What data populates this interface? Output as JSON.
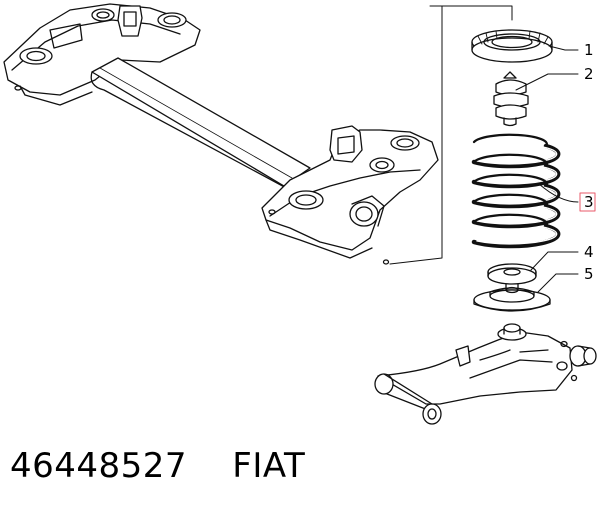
{
  "callouts": [
    "1",
    "2",
    "3",
    "4",
    "5"
  ],
  "highlighted_callout": "3",
  "highlight_color": "#e85a6a",
  "caption": {
    "part_number": "46448527",
    "brand": "FIAT"
  }
}
